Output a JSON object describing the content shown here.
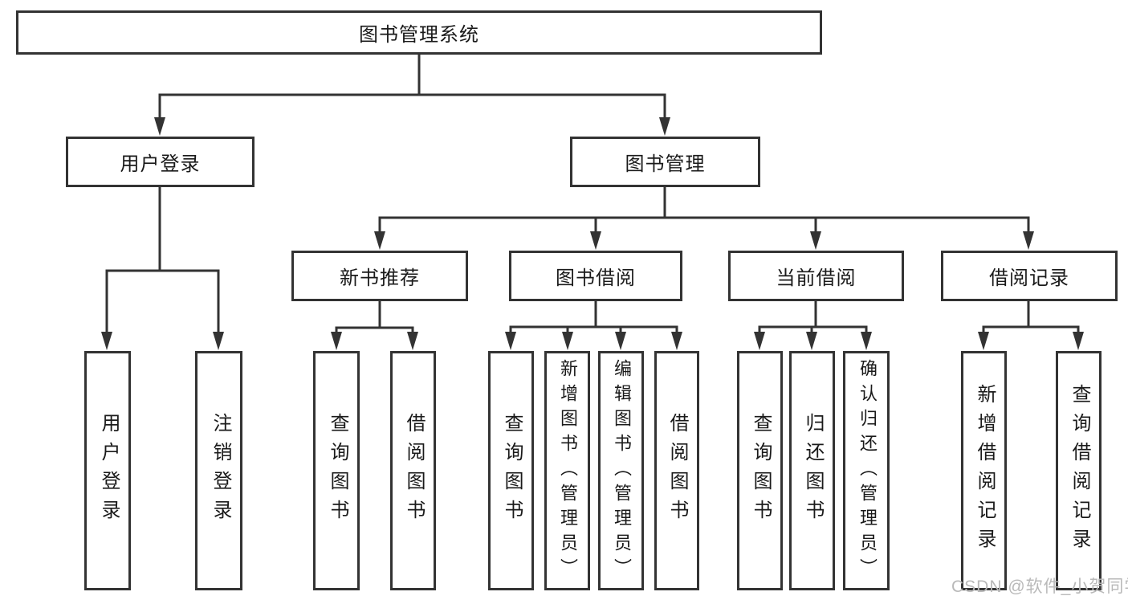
{
  "diagram_type": "hierarchy-tree",
  "colors": {
    "line": "#333333",
    "box_border": "#333333",
    "box_fill": "#ffffff",
    "text": "#1a1a1a",
    "background": "#ffffff",
    "watermark": "#b9b9b9"
  },
  "watermark": "CSDN @软件_小贺同学",
  "tree": {
    "label": "图书管理系统",
    "children": [
      {
        "label": "用户登录",
        "children": [
          {
            "label": "用户登录"
          },
          {
            "label": "注销登录"
          }
        ]
      },
      {
        "label": "图书管理",
        "children": [
          {
            "label": "新书推荐",
            "children": [
              {
                "label": "查询图书"
              },
              {
                "label": "借阅图书"
              }
            ]
          },
          {
            "label": "图书借阅",
            "children": [
              {
                "label": "查询图书"
              },
              {
                "label": "新增图书（管理员）"
              },
              {
                "label": "编辑图书（管理员）"
              },
              {
                "label": "借阅图书"
              }
            ]
          },
          {
            "label": "当前借阅",
            "children": [
              {
                "label": "查询图书"
              },
              {
                "label": "归还图书"
              },
              {
                "label": "确认归还（管理员）"
              }
            ]
          },
          {
            "label": "借阅记录",
            "children": [
              {
                "label": "新增借阅记录"
              },
              {
                "label": "查询借阅记录"
              }
            ]
          }
        ]
      }
    ]
  }
}
